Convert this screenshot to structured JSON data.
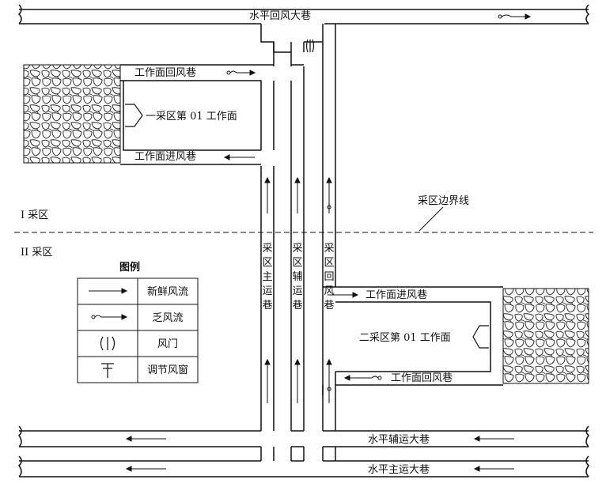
{
  "diagram": {
    "top_roadway": "水平回风大巷",
    "aux_roadway": "水平辅运大巷",
    "main_roadway": "水平主运大巷",
    "face1_return": "工作面回风巷",
    "face1_intake": "工作面进风巷",
    "face1_name": "一采区第 01 工作面",
    "face2_intake": "工作面进风巷",
    "face2_return": "工作面回风巷",
    "face2_name": "二采区第 01 工作面",
    "zone1": "I 采区",
    "zone2": "II 采区",
    "boundary": "采区边界线",
    "main_haul": [
      "采",
      "区",
      "主",
      "运",
      "巷"
    ],
    "aux_haul": [
      "采",
      "区",
      "辅",
      "运",
      "巷"
    ],
    "return_way": [
      "采",
      "区",
      "回",
      "风",
      "巷"
    ]
  },
  "legend": {
    "title": "图例",
    "rows": [
      {
        "icon": "fresh-airflow-icon",
        "label": "新鲜风流"
      },
      {
        "icon": "return-airflow-icon",
        "label": "乏风流"
      },
      {
        "icon": "air-door-icon",
        "label": "风门"
      },
      {
        "icon": "regulator-icon",
        "label": "调节风窗"
      }
    ]
  }
}
